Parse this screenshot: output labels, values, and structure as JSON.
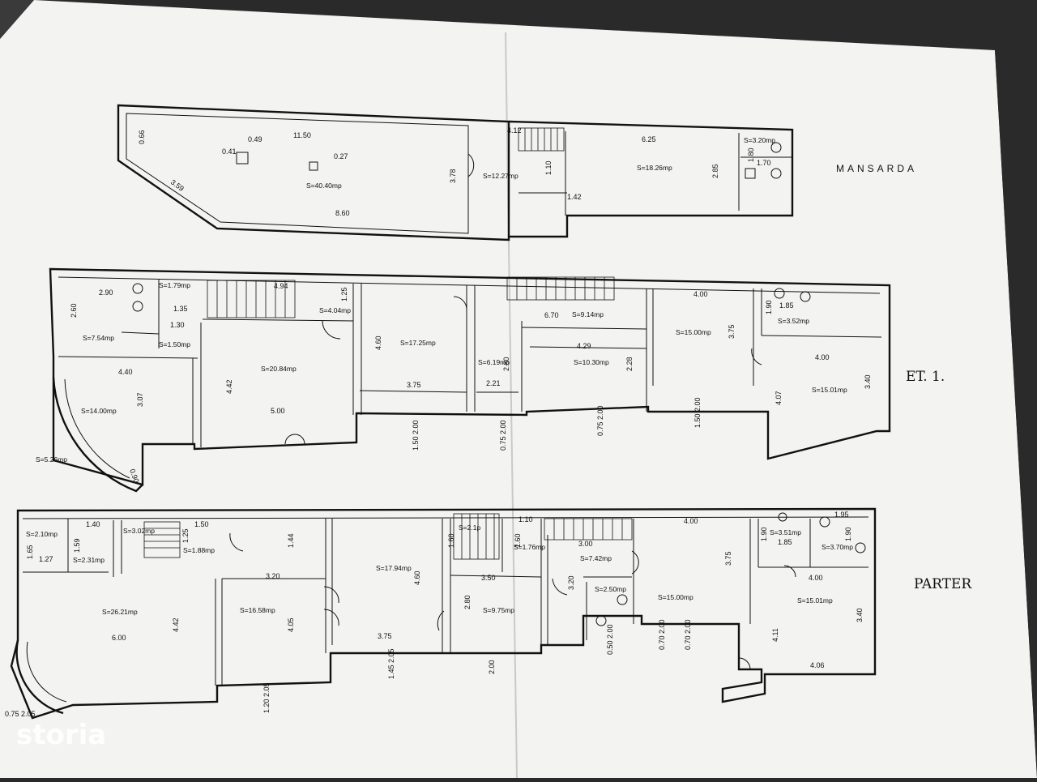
{
  "floors": [
    {
      "id": "mansarda",
      "title": "MANSARDA",
      "rooms": [
        "S=40.40mp",
        "S=12.27mp",
        "S=18.26mp",
        "S=3.20mp"
      ],
      "dimensions": [
        "11.50",
        "0.49",
        "0.41",
        "0.27",
        "3.59",
        "8.60",
        "3.78",
        "1.10",
        "1.42",
        "6.25",
        "2.85",
        "1.70",
        "1.80",
        "0.66",
        "4.12"
      ]
    },
    {
      "id": "et1",
      "title": "ET. 1.",
      "rooms": [
        "S=1.79mp",
        "S=7.54mp",
        "S=1.50mp",
        "S=14.00mp",
        "S=5.26mp",
        "S=4.04mp",
        "S=20.84mp",
        "S=17.25mp",
        "S=6.19mp",
        "S=9.14mp",
        "S=10.30mp",
        "S=15.00mp",
        "S=3.52mp",
        "S=15.01mp"
      ],
      "dimensions": [
        "2.90",
        "2.60",
        "1.35",
        "1.30",
        "4.40",
        "3.07",
        "0.90",
        "4.94",
        "1.25",
        "4.42",
        "5.00",
        "4.60",
        "3.75",
        "2.21",
        "2.80",
        "6.70",
        "4.29",
        "2.28",
        "4.00",
        "3.75",
        "1.85",
        "1.90",
        "4.00",
        "4.07",
        "3.40",
        "1.50 2.00",
        "0.75 2.00",
        "0.75 2.00",
        "1.50 2.00"
      ]
    },
    {
      "id": "parter",
      "title": "PARTER",
      "rooms": [
        "S=2.10mp",
        "S=2.31mp",
        "S=3.02mp",
        "S=1.88mp",
        "S=26.21mp",
        "S=16.58mp",
        "S=17.94mp",
        "S=2.1p",
        "S=1.76mp",
        "S=7.42mp",
        "S=2.50mp",
        "S=9.75mp",
        "S=15.00mp",
        "S=3.51mp",
        "S=3.70mp",
        "S=15.01mp"
      ],
      "dimensions": [
        "1.40",
        "1.65",
        "1.59",
        "1.27",
        "1.50",
        "1.25",
        "1.44",
        "3.20",
        "6.00",
        "4.42",
        "4.05",
        "3.75",
        "4.60",
        "1.60",
        "1.60",
        "1.10",
        "3.00",
        "3.50",
        "2.80",
        "3.20",
        "4.00",
        "3.75",
        "1.90",
        "1.85",
        "1.95",
        "1.90",
        "4.00",
        "4.11",
        "3.40",
        "4.06",
        "0.75 2.05",
        "1.20 2.05",
        "1.45 2.05",
        "2.00",
        "0.50 2.00",
        "0.70 2.00",
        "0.70 2.00"
      ]
    }
  ],
  "watermark": {
    "brand": "storia"
  },
  "colors": {
    "paper": "#f4f4f2",
    "ink": "#111111",
    "background": "#2a2a2a"
  }
}
